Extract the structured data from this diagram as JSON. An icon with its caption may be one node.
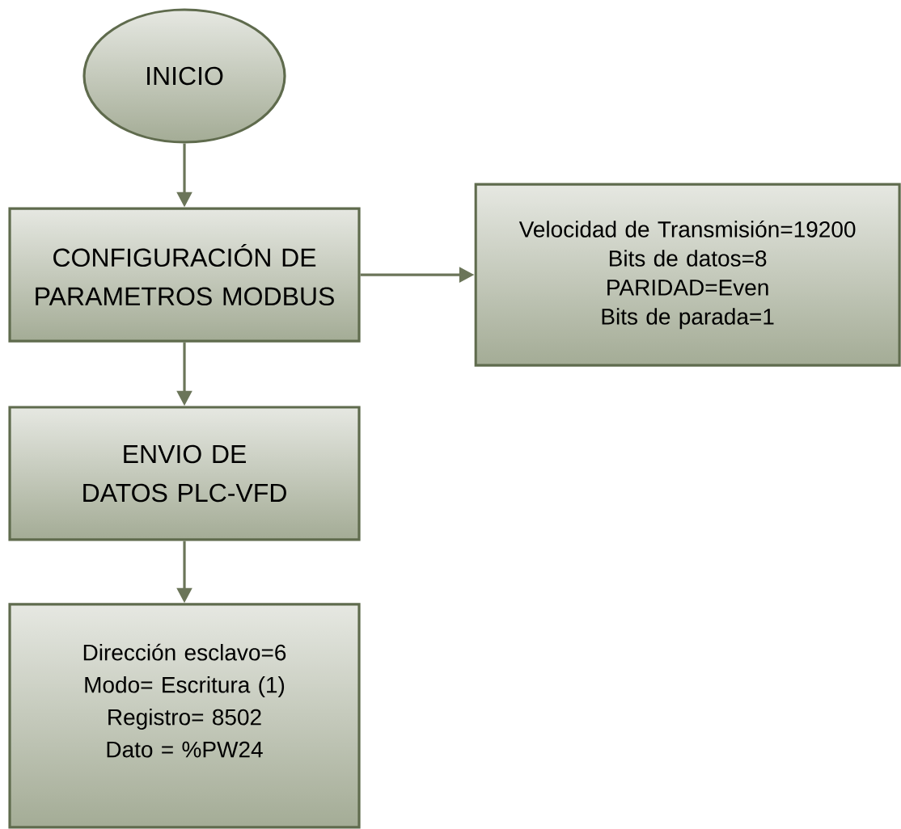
{
  "diagram": {
    "nodes": [
      {
        "text": [
          "INICIO"
        ]
      },
      {
        "text": [
          "CONFIGURACIÓN DE PARAMETROS MODBUS"
        ]
      },
      {
        "text": [
          "ENVIO DE DATOS PLC-VFD"
        ]
      },
      {
        "text": [
          "Dirección esclavo=6",
          "Modo= Escritura (1)",
          "Registro= 8502",
          "Dato = %PW24"
        ]
      },
      {
        "text": [
          "Velocidad de Transmisión=19200",
          "Bits de datos=8",
          "PARIDAD=Even",
          "Bits de parada=1"
        ]
      }
    ],
    "edges": [
      {
        "from": 0,
        "to": 1,
        "arrow": "to"
      },
      {
        "from": 1,
        "to": 2,
        "arrow": "to"
      },
      {
        "from": 2,
        "to": 3,
        "arrow": "to"
      },
      {
        "from": 1,
        "to": 4,
        "arrow": "to"
      }
    ]
  }
}
